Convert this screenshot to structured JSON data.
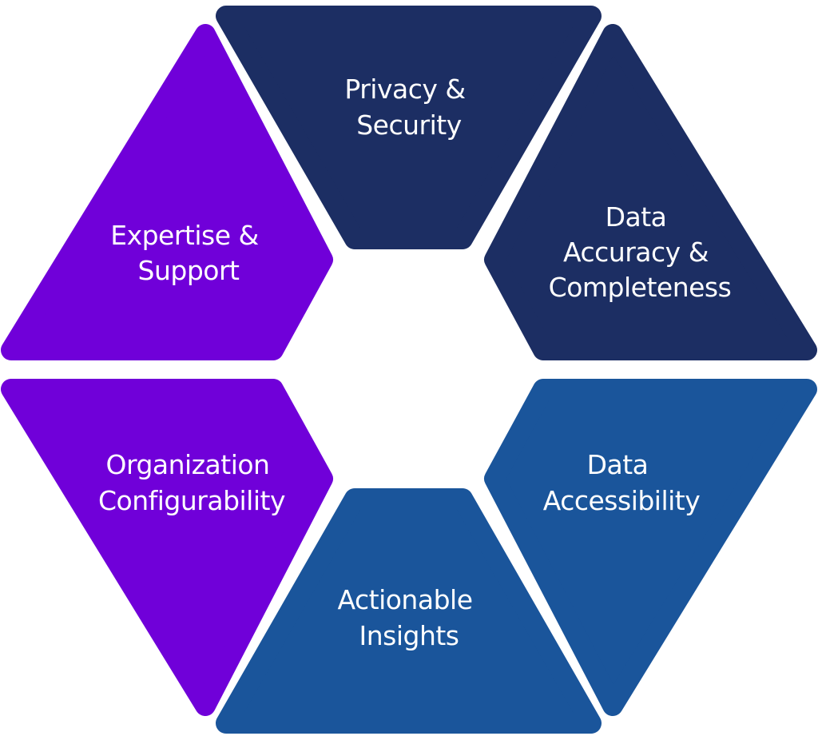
{
  "colors": {
    "navy": "#1c2e63",
    "blue": "#1a559b",
    "purple": "#7000d9",
    "label": "#ffffff",
    "background": "#ffffff"
  },
  "segments": [
    {
      "id": "privacy-security",
      "lines": [
        "Privacy &",
        "Security"
      ],
      "color": "navy"
    },
    {
      "id": "data-accuracy-completeness",
      "lines": [
        "Data",
        "Accuracy &",
        "Completeness"
      ],
      "color": "navy"
    },
    {
      "id": "data-accessibility",
      "lines": [
        "Data",
        "Accessibility"
      ],
      "color": "blue"
    },
    {
      "id": "actionable-insights",
      "lines": [
        "Actionable",
        "Insights"
      ],
      "color": "blue"
    },
    {
      "id": "organization-configurability",
      "lines": [
        "Organization",
        "Configurability"
      ],
      "color": "purple"
    },
    {
      "id": "expertise-support",
      "lines": [
        "Expertise &",
        "Support"
      ],
      "color": "purple"
    }
  ]
}
